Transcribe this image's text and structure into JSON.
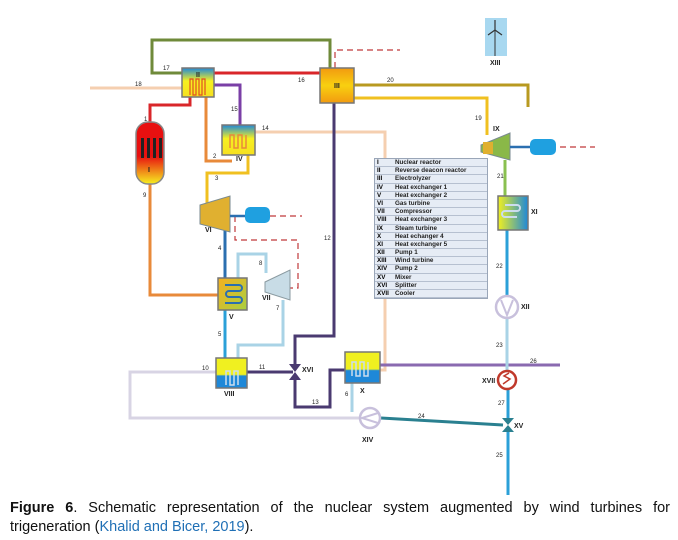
{
  "components": {
    "I": "I",
    "II": "II",
    "III": "III",
    "IV": "IV",
    "V": "V",
    "VI": "VI",
    "VII": "VII",
    "VIII": "VIII",
    "IX": "IX",
    "X": "X",
    "XI": "XI",
    "XII": "XII",
    "XIII": "XIII",
    "XIV": "XIV",
    "XV": "XV",
    "XVI": "XVI",
    "XVII": "XVII"
  },
  "streams": [
    "1",
    "2",
    "3",
    "4",
    "5",
    "6",
    "7",
    "8",
    "9",
    "10",
    "11",
    "12",
    "13",
    "14",
    "15",
    "16",
    "17",
    "18",
    "19",
    "20",
    "21",
    "22",
    "23",
    "24",
    "25",
    "26",
    "27"
  ],
  "legend": [
    {
      "id": "I",
      "name": "Nuclear reactor"
    },
    {
      "id": "II",
      "name": "Reverse deacon reactor"
    },
    {
      "id": "III",
      "name": "Electrolyzer"
    },
    {
      "id": "IV",
      "name": "Heat exchanger 1"
    },
    {
      "id": "V",
      "name": "Heat exchanger 2"
    },
    {
      "id": "VI",
      "name": "Gas turbine"
    },
    {
      "id": "VII",
      "name": "Compressor"
    },
    {
      "id": "VIII",
      "name": "Heat exchanger 3"
    },
    {
      "id": "IX",
      "name": "Steam turbine"
    },
    {
      "id": "X",
      "name": "Heat echanger 4"
    },
    {
      "id": "XI",
      "name": "Heat exchanger 5"
    },
    {
      "id": "XII",
      "name": "Pump 1"
    },
    {
      "id": "XIII",
      "name": "Wind turbine"
    },
    {
      "id": "XIV",
      "name": "Pump 2"
    },
    {
      "id": "XV",
      "name": "Mixer"
    },
    {
      "id": "XVI",
      "name": "Splitter"
    },
    {
      "id": "XVII",
      "name": "Cooler"
    }
  ],
  "caption": {
    "label": "Figure 6",
    "text": ". Schematic representation of the nuclear system augmented by wind turbines for trigeneration (",
    "citation": "Khalid and Bicer, 2019",
    "end": ")."
  },
  "colors": {
    "red": "#d9262a",
    "green": "#6f8a3a",
    "purple": "#6a3f9a",
    "darkpurple": "#4a3a70",
    "orange": "#e88a3a",
    "yellow": "#f0c020",
    "peach": "#f5cfb0",
    "blue": "#2b8fd0",
    "lightblue": "#a9d3e6",
    "lavender": "#d8d4e4",
    "olive": "#b89a20",
    "teal": "#2a8090",
    "dashed": "#c0393b"
  }
}
